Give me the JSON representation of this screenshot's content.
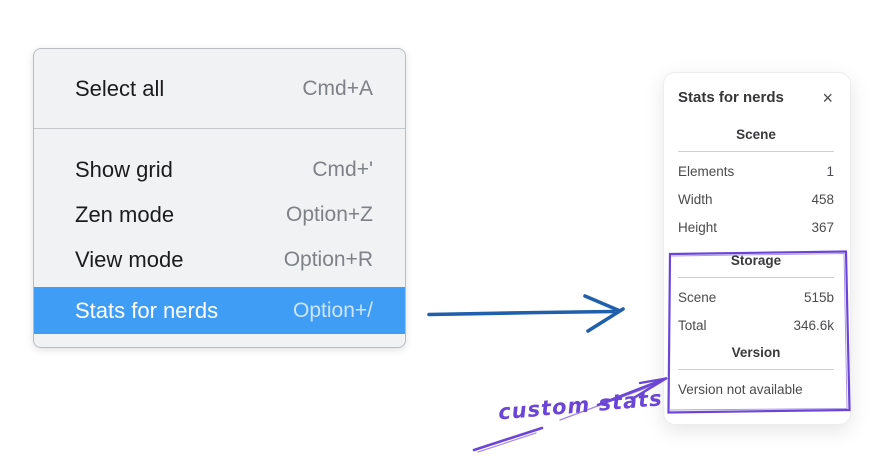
{
  "menu": {
    "sections": [
      {
        "items": [
          {
            "label": "Select all",
            "shortcut": "Cmd+A",
            "highlighted": false
          }
        ]
      },
      {
        "items": [
          {
            "label": "Show grid",
            "shortcut": "Cmd+'",
            "highlighted": false
          },
          {
            "label": "Zen mode",
            "shortcut": "Option+Z",
            "highlighted": false
          },
          {
            "label": "View mode",
            "shortcut": "Option+R",
            "highlighted": false
          },
          {
            "label": "Stats for nerds",
            "shortcut": "Option+/",
            "highlighted": true
          }
        ]
      }
    ],
    "highlight_color": "#409df5"
  },
  "stats_panel": {
    "title": "Stats for nerds",
    "close_glyph": "×",
    "sections": [
      {
        "header": "Scene",
        "rows": [
          {
            "label": "Elements",
            "value": "1"
          },
          {
            "label": "Width",
            "value": "458"
          },
          {
            "label": "Height",
            "value": "367"
          }
        ]
      },
      {
        "header": "Storage",
        "rows": [
          {
            "label": "Scene",
            "value": "515b"
          },
          {
            "label": "Total",
            "value": "346.6k"
          }
        ]
      },
      {
        "header": "Version",
        "note": "Version not available"
      }
    ]
  },
  "annotation": {
    "label": "custom stats",
    "color": "#6b46d6"
  },
  "arrow": {
    "color": "#1f5fab"
  }
}
